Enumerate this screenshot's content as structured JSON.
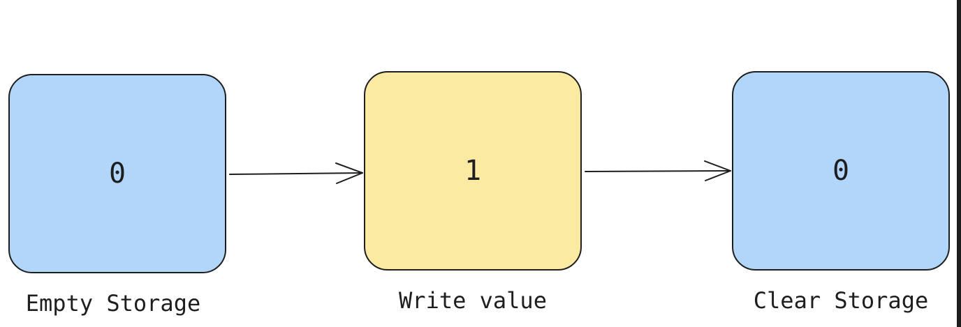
{
  "colors": {
    "storage_fill": "#b2d6fa",
    "write_fill": "#fbeba2",
    "stroke": "#1e1e1e"
  },
  "nodes": [
    {
      "value": "0",
      "caption": "Empty Storage"
    },
    {
      "value": "1",
      "caption": "Write value"
    },
    {
      "value": "0",
      "caption": "Clear Storage"
    }
  ]
}
